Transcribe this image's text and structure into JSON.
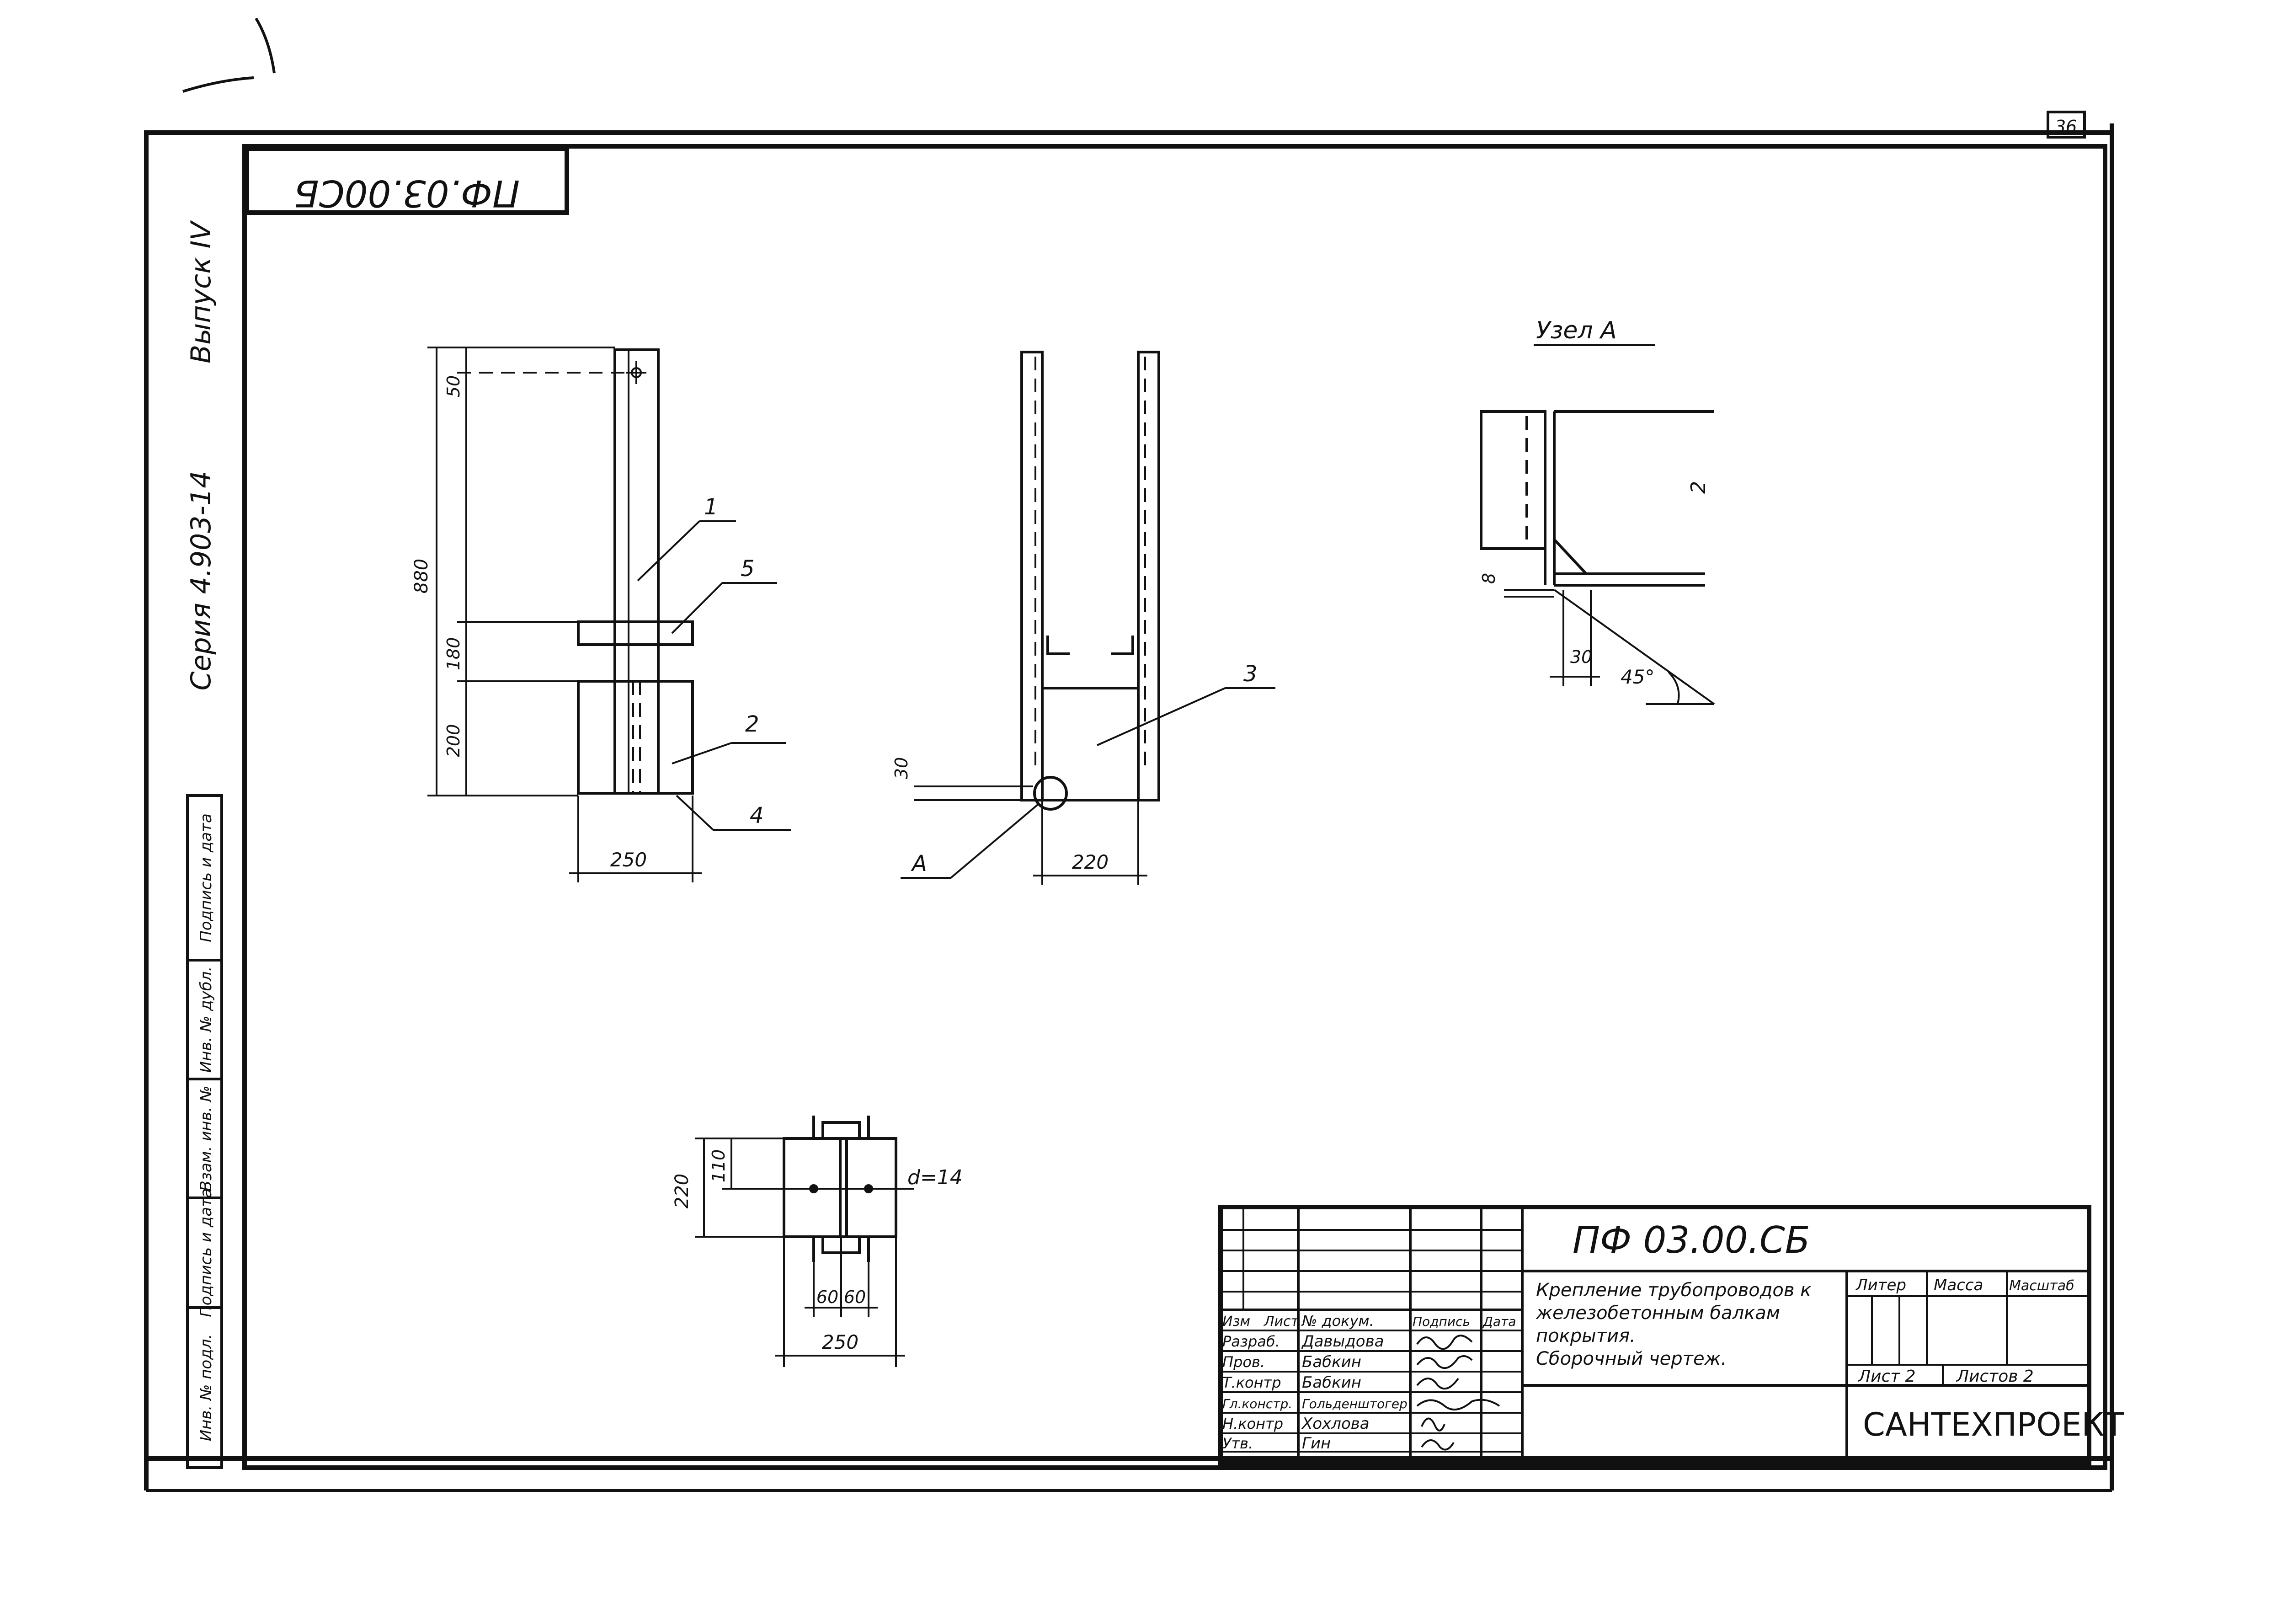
{
  "sheet_number": "36",
  "stamp_code": "ПФ.03.00СБ",
  "margin": {
    "vypusk": "Выпуск IV",
    "seriya": "Серия 4.903-14",
    "side_columns": [
      "Инв. № подл.",
      "Подпись и дата",
      "Взам. инв. №",
      "Инв. № дубл.",
      "Подпись и дата"
    ]
  },
  "view1": {
    "dims": {
      "top_offset": "50",
      "total_height": "880",
      "plate_gap": "180",
      "block_height": "200",
      "width": "250"
    },
    "callouts": {
      "c1": "1",
      "c5": "5",
      "c2": "2",
      "c4": "4"
    }
  },
  "view2": {
    "dims": {
      "bottom_offset": "30",
      "width": "220"
    },
    "callouts": {
      "c3": "3",
      "node": "А"
    }
  },
  "node": {
    "title": "Узел А",
    "dims": {
      "h8": "8",
      "h30": "30",
      "angle": "45°"
    },
    "callout": "2"
  },
  "plan": {
    "dims": {
      "h220": "220",
      "h110": "110",
      "d": "d=14",
      "w60a": "60",
      "w60b": "60",
      "w250": "250"
    }
  },
  "title_block": {
    "code": "ПФ 03.00.СБ",
    "title_lines": [
      "Крепление трубопроводов к",
      "железобетонным балкам",
      "покрытия.",
      "Сборочный чертеж."
    ],
    "header": {
      "izm": "Изм",
      "list": "Лист",
      "doc": "№ докум.",
      "sign": "Подпись",
      "date": "Дата"
    },
    "people": [
      {
        "role": "Разраб.",
        "name": "Давыдова"
      },
      {
        "role": "Пров.",
        "name": "Бабкин"
      },
      {
        "role": "Т.контр",
        "name": "Бабкин"
      },
      {
        "role": "Гл.констр.",
        "name": "Гольденштогер"
      },
      {
        "role": "Н.контр",
        "name": "Хохлова"
      },
      {
        "role": "Утв.",
        "name": "Гин"
      }
    ],
    "litera": "Литер",
    "massa": "Масса",
    "masshtab": "Масштаб",
    "sheet": "Лист 2",
    "sheets": "Листов 2",
    "company": "САНТЕХПРОЕКТ"
  }
}
